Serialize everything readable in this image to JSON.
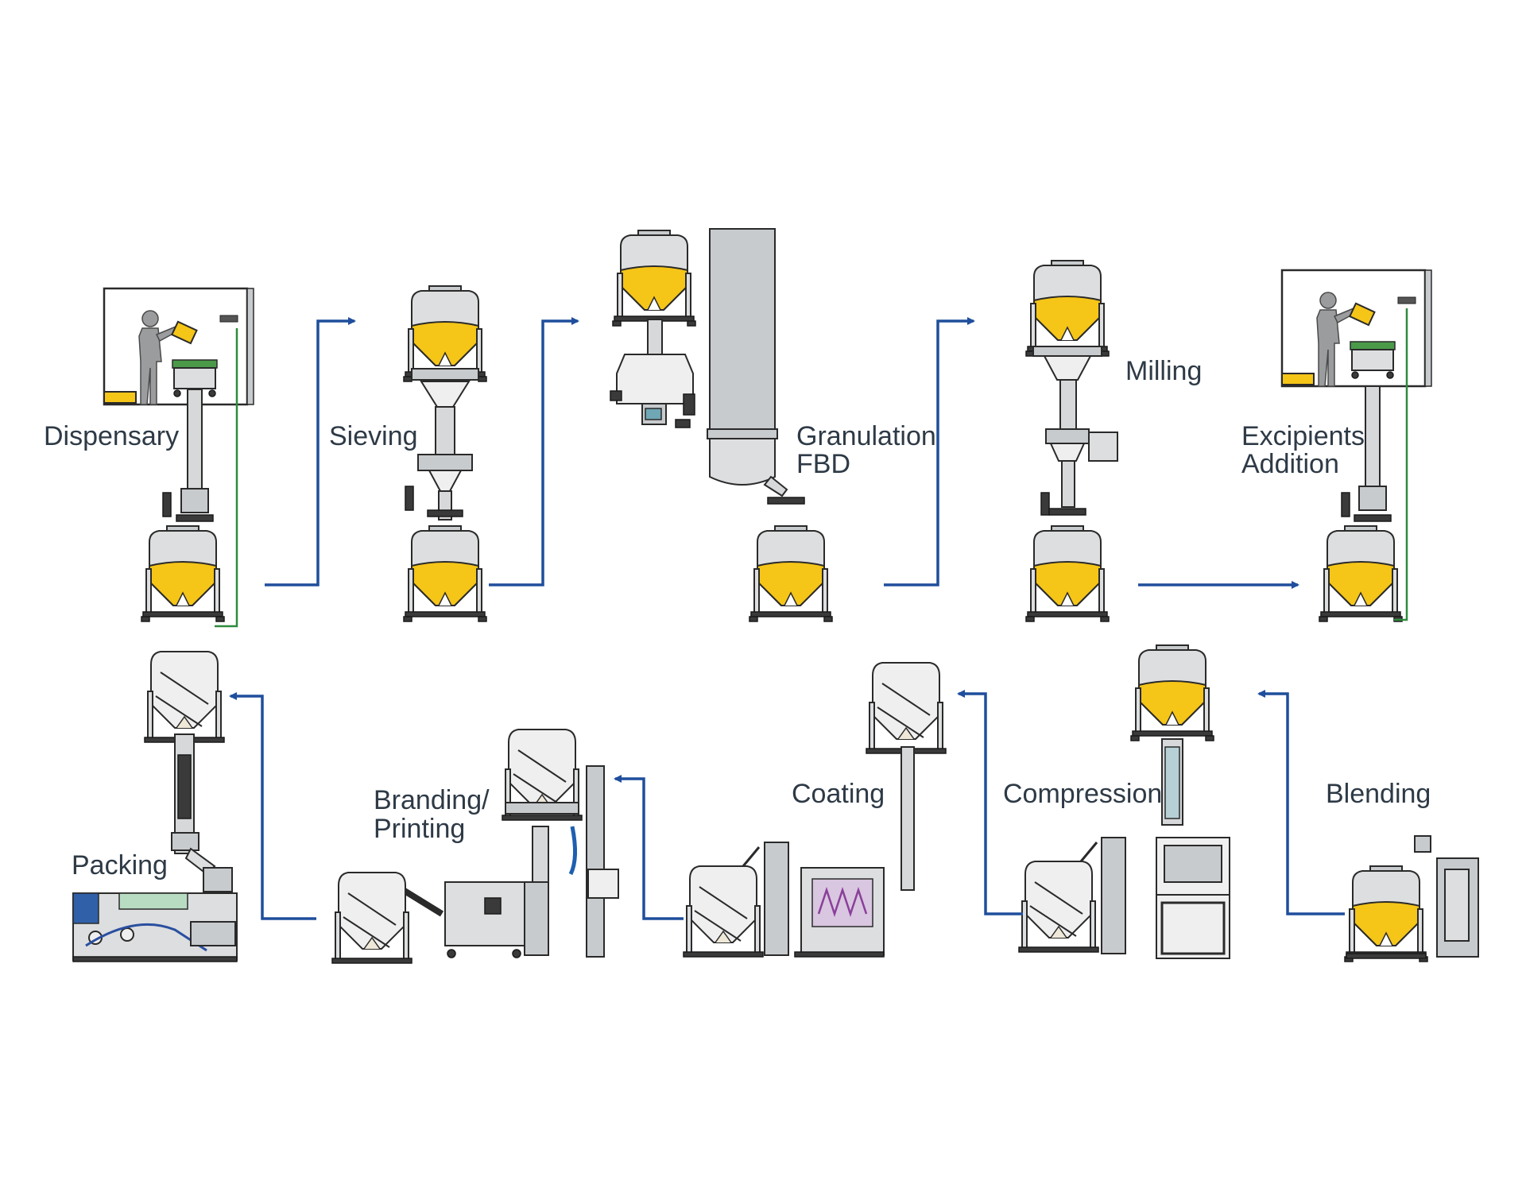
{
  "stages": {
    "dispensary": "Dispensary",
    "sieving": "Sieving",
    "granulation_line1": "Granulation",
    "granulation_line2": "FBD",
    "milling": "Milling",
    "excipients_line1": "Excipients",
    "excipients_line2": "Addition",
    "blending": "Blending",
    "compression": "Compression",
    "coating": "Coating",
    "branding_line1": "Branding/",
    "branding_line2": "Printing",
    "packing": "Packing"
  },
  "colors": {
    "arrow": "#1f4e9c",
    "product_fill": "#f5c518",
    "label_text": "#2e3a46"
  },
  "icons": {
    "ibc_container": "ibc-container-icon",
    "operator": "operator-icon",
    "flow_arrow": "flow-arrow-icon"
  }
}
